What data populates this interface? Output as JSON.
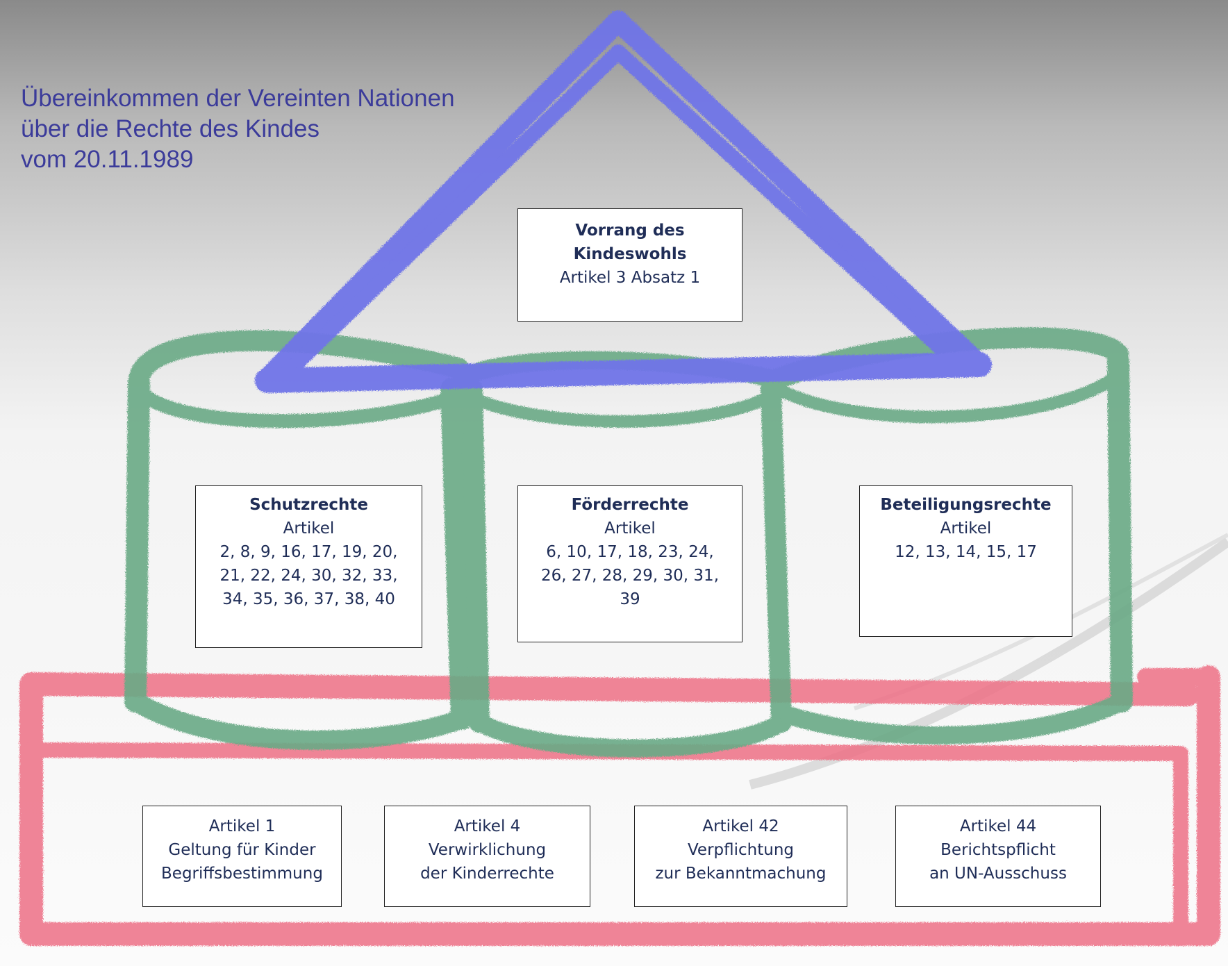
{
  "title": {
    "line1": "Übereinkommen der Vereinten Nationen",
    "line2": "über die Rechte des Kindes",
    "line3": "vom 20.11.1989"
  },
  "roof": {
    "heading_line1": "Vorrang des",
    "heading_line2": "Kindeswohls",
    "subtitle": "Artikel 3 Absatz 1"
  },
  "pillars": [
    {
      "heading": "Schutzrechte",
      "subheading": "Artikel",
      "lines": [
        "2, 8, 9, 16, 17, 19, 20,",
        "21, 22, 24, 30, 32, 33,",
        "34, 35, 36, 37, 38, 40"
      ]
    },
    {
      "heading": "Förderrechte",
      "subheading": "Artikel",
      "lines": [
        "6, 10, 17, 18, 23, 24,",
        "26, 27, 28, 29, 30, 31,",
        "39"
      ]
    },
    {
      "heading": "Beteiligungsrechte",
      "subheading": "Artikel",
      "lines": [
        "12, 13, 14, 15, 17"
      ]
    }
  ],
  "foundation": [
    {
      "lines": [
        "Artikel 1",
        "Geltung für Kinder",
        "Begriffsbestimmung"
      ]
    },
    {
      "lines": [
        "Artikel 4",
        "Verwirklichung",
        "der Kinderrechte"
      ]
    },
    {
      "lines": [
        "Artikel 42",
        "Verpflichtung",
        "zur Bekanntmachung"
      ]
    },
    {
      "lines": [
        "Artikel 44",
        "Berichtspflicht",
        "an UN-Ausschuss"
      ]
    }
  ],
  "colors": {
    "roof": "#6f74e8",
    "pillars": "#6aaa86",
    "foundation": "#ee6f86",
    "title": "#3b3b9a",
    "box_text": "#1f2d57"
  }
}
